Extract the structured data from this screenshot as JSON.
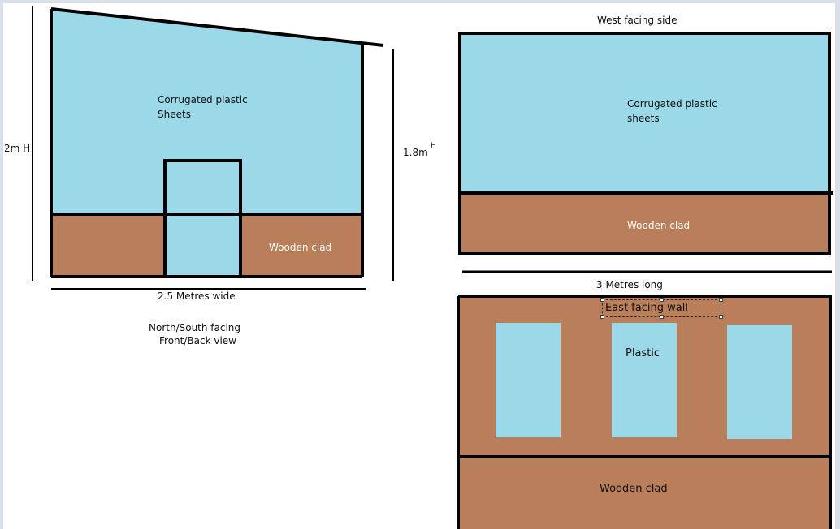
{
  "colors": {
    "plastic": "#9bd8e8",
    "wood": "#b97e5a",
    "outline": "#000000",
    "frame": "#d9e0ea"
  },
  "front_view": {
    "height_left": "2m H",
    "height_right": "1.8m",
    "height_right_sup": "H",
    "plastic_label_line1": "Corrugated plastic",
    "plastic_label_line2": "Sheets",
    "wood_label": "Wooden clad",
    "width_label": "2.5 Metres wide",
    "caption_line1": "North/South facing",
    "caption_line2": "Front/Back view"
  },
  "west_view": {
    "title": "West facing side",
    "plastic_label_line1": "Corrugated plastic",
    "plastic_label_line2": "sheets",
    "wood_label": "Wooden clad",
    "length_label": "3 Metres long"
  },
  "east_view": {
    "title": "East facing wall",
    "plastic_label": "Plastic",
    "wood_label": "Wooden clad"
  }
}
